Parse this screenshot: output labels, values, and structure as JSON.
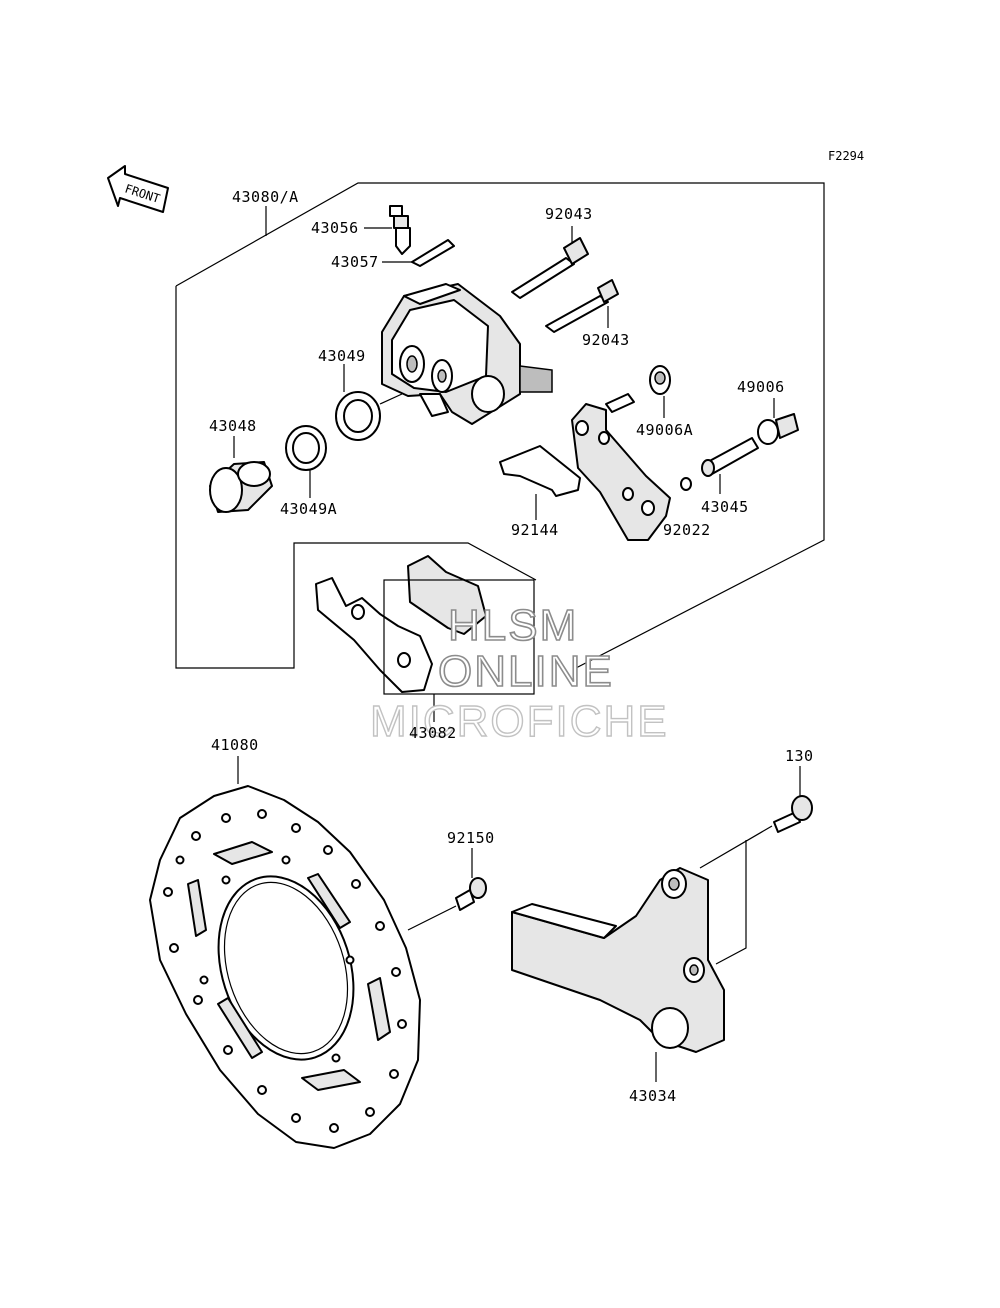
{
  "figure_code": "F2294",
  "front_arrow_label": "FRONT",
  "watermark": {
    "line1": "HLSM",
    "line2": "ONLINE",
    "line3": "MICROFICHE"
  },
  "parts": {
    "p43080A": "43080/A",
    "p43056": "43056",
    "p43057": "43057",
    "p92043a": "92043",
    "p92043b": "92043",
    "p43049": "43049",
    "p43048": "43048",
    "p43049A": "43049A",
    "p49006": "49006",
    "p49006A": "49006A",
    "p43045": "43045",
    "p92144": "92144",
    "p92022": "92022",
    "p43082": "43082",
    "p41080": "41080",
    "p92150": "92150",
    "p130": "130",
    "p43034": "43034"
  }
}
